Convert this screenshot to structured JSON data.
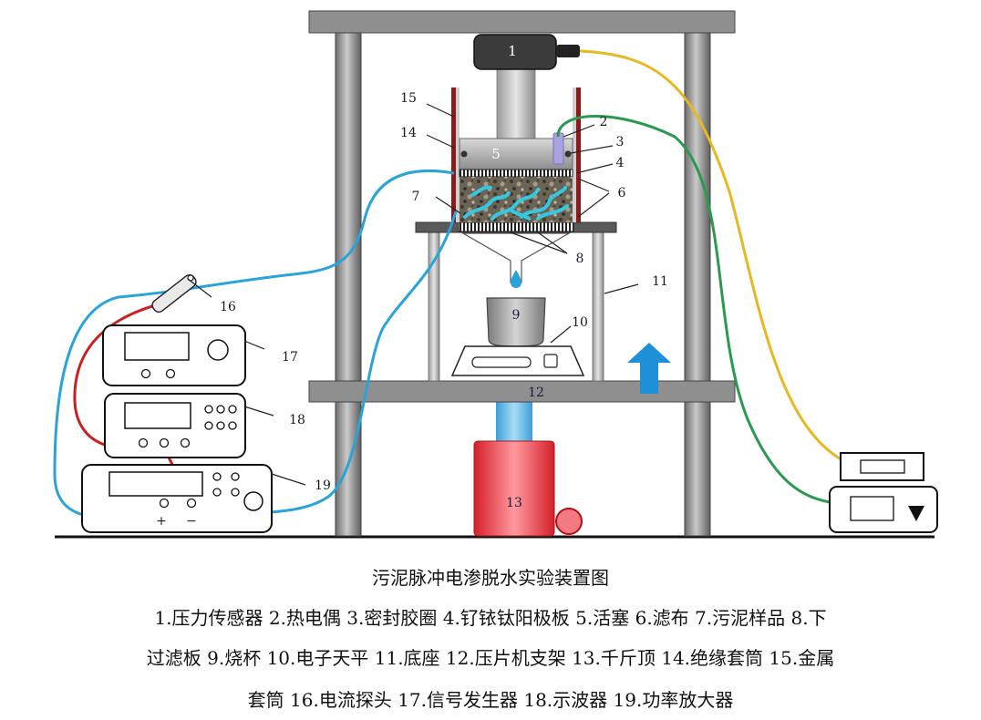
{
  "labels": {
    "n1": "1",
    "n2": "2",
    "n3": "3",
    "n4": "4",
    "n5": "5",
    "n6": "6",
    "n7": "7",
    "n8": "8",
    "n9": "9",
    "n10": "10",
    "n11": "11",
    "n12": "12",
    "n13": "13",
    "n14": "14",
    "n15": "15",
    "n16": "16",
    "n17": "17",
    "n18": "18",
    "n19": "19",
    "plus": "+",
    "minus": "−"
  },
  "caption": {
    "title": "污泥脉冲电渗脱水实验装置图",
    "line1": "1.压力传感器 2.热电偶 3.密封胶圈 4.钌铱钛阳极板 5.活塞 6.滤布 7.污泥样品 8.下",
    "line2": "过滤板 9.烧杯 10.电子天平 11.底座 12.压片机支架 13.千斤顶 14.绝缘套筒 15.金属",
    "line3": "套筒 16.电流探头 17.信号发生器 18.示波器 19.功率放大器"
  },
  "colors": {
    "frame": "#555555",
    "pillar": "#8a8a8a",
    "cable_blue": "#2aa3d8",
    "cable_red": "#cc1f1f",
    "cable_yellow": "#e8b820",
    "cable_green": "#2a9a50",
    "arrow": "#1e90d8",
    "jack": "#e0323a",
    "sleeve": "#8b1a1a"
  },
  "icons": {
    "up_arrow": "up-arrow-icon",
    "down_triangle": "down-triangle-icon"
  }
}
